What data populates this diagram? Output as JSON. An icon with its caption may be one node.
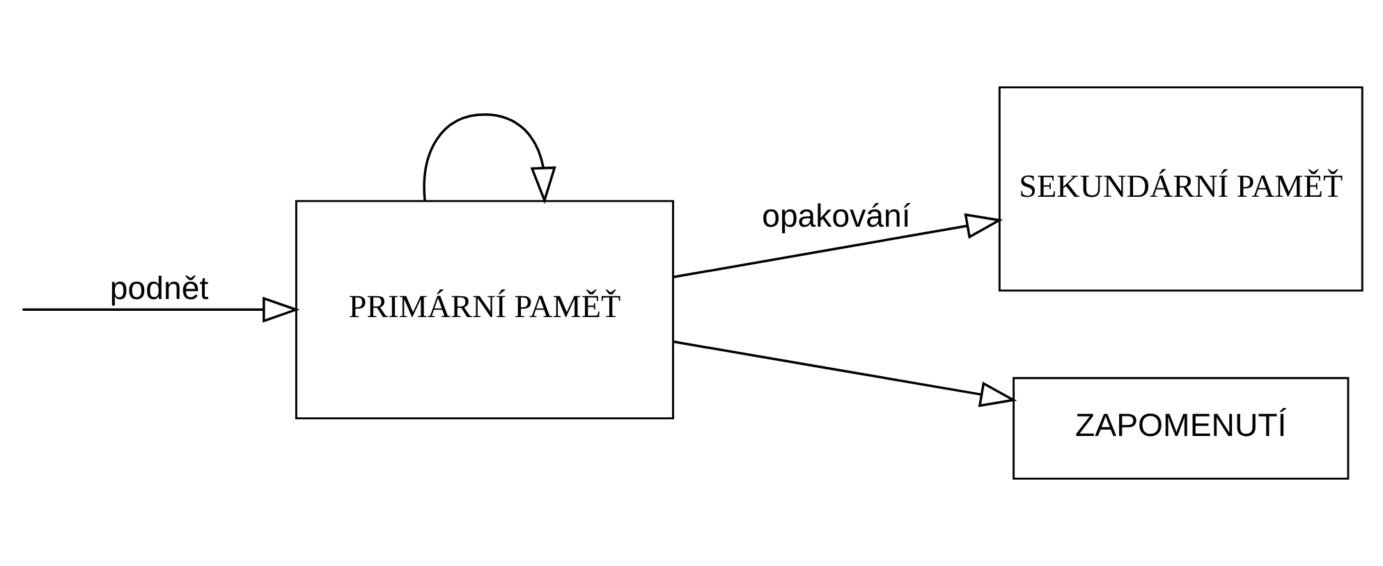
{
  "diagram": {
    "nodes": [
      {
        "text": [
          "PRIMÁRNÍ PAMĚŤ"
        ]
      },
      {
        "text": [
          "SEKUNDÁRNÍ PAMĚŤ"
        ]
      },
      {
        "text": [
          "ZAPOMENUTÍ"
        ]
      }
    ],
    "edges": [
      {
        "from": null,
        "to": 0,
        "arrow": "to",
        "label": "podnět"
      },
      {
        "from": 0,
        "to": 0,
        "arrow": "to"
      },
      {
        "from": 0,
        "to": 1,
        "arrow": "to",
        "label": "opakování"
      },
      {
        "from": 0,
        "to": 2,
        "arrow": "to"
      }
    ]
  }
}
